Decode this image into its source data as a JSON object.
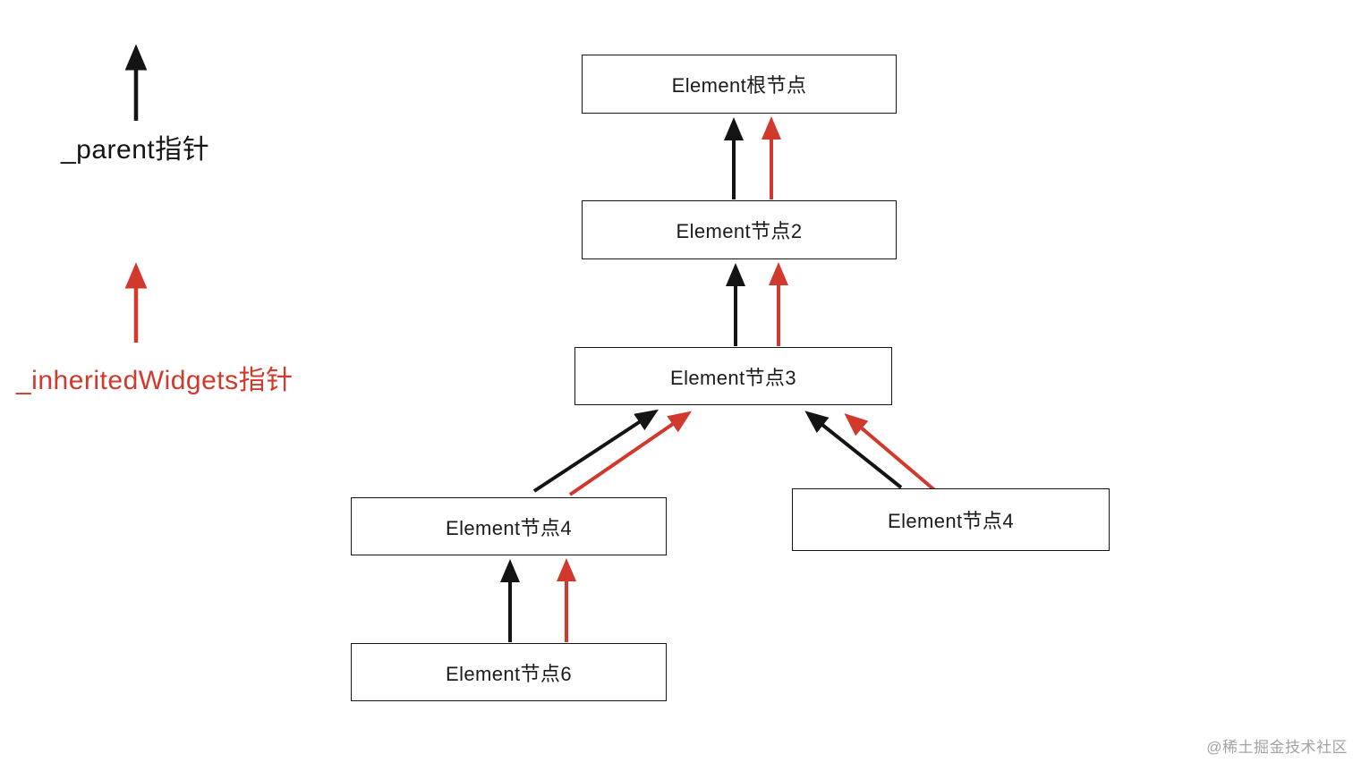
{
  "diagram": {
    "nodes": [
      {
        "id": "root",
        "label": "Element根节点"
      },
      {
        "id": "node2",
        "label": "Element节点2"
      },
      {
        "id": "node3",
        "label": "Element节点3"
      },
      {
        "id": "node4-left",
        "label": "Element节点4"
      },
      {
        "id": "node4-right",
        "label": "Element节点4"
      },
      {
        "id": "node6",
        "label": "Element节点6"
      }
    ],
    "edges": [
      {
        "from": "node2",
        "to": "root",
        "pointers": [
          "_parent",
          "_inheritedWidgets"
        ]
      },
      {
        "from": "node3",
        "to": "node2",
        "pointers": [
          "_parent",
          "_inheritedWidgets"
        ]
      },
      {
        "from": "node4-left",
        "to": "node3",
        "pointers": [
          "_parent",
          "_inheritedWidgets"
        ]
      },
      {
        "from": "node4-right",
        "to": "node3",
        "pointers": [
          "_parent",
          "_inheritedWidgets"
        ]
      },
      {
        "from": "node6",
        "to": "node4-left",
        "pointers": [
          "_parent",
          "_inheritedWidgets"
        ]
      }
    ]
  },
  "legend": {
    "parent": {
      "label": "_parent指针",
      "color": "#141414"
    },
    "inherited": {
      "label": "_inheritedWidgets指针",
      "color": "#d0392b"
    }
  },
  "colors": {
    "parent_arrow": "#141414",
    "inherited_arrow": "#d0392b",
    "background": "#ffffff"
  },
  "watermark": "@稀土掘金技术社区"
}
